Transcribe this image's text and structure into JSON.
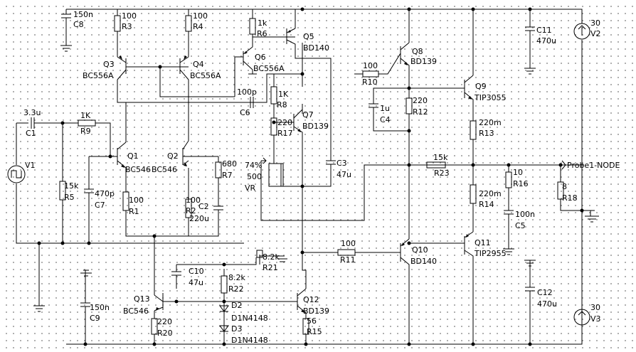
{
  "components": {
    "C8": {
      "value": "150n",
      "ref": "C8"
    },
    "R3": {
      "value": "100",
      "ref": "R3"
    },
    "R4": {
      "value": "100",
      "ref": "R4"
    },
    "R6": {
      "value": "1k",
      "ref": "R6"
    },
    "Q5": {
      "ref": "Q5",
      "model": "BD140"
    },
    "C11": {
      "ref": "C11",
      "value": "470u"
    },
    "V2": {
      "value": "30",
      "ref": "V2"
    },
    "Q3": {
      "ref": "Q3",
      "model": "BC556A"
    },
    "Q4": {
      "ref": "Q4",
      "model": "BC556A"
    },
    "Q6": {
      "ref": "Q6",
      "model": "BC556A"
    },
    "Q8": {
      "ref": "Q8",
      "model": "BD139"
    },
    "R10": {
      "value": "100",
      "ref": "R10"
    },
    "C6": {
      "value": "100p",
      "ref": "C6"
    },
    "R8": {
      "value": "1K",
      "ref": "R8"
    },
    "Q9": {
      "ref": "Q9",
      "model": "TIP3055"
    },
    "R12": {
      "value": "220",
      "ref": "R12"
    },
    "C4": {
      "value": "1u",
      "ref": "C4"
    },
    "C1": {
      "value": "3.3u",
      "ref": "C1"
    },
    "R9": {
      "value": "1K",
      "ref": "R9"
    },
    "R17": {
      "value": "220",
      "ref": "R17"
    },
    "Q7": {
      "ref": "Q7",
      "model": "BD139"
    },
    "R13": {
      "value": "220m",
      "ref": "R13"
    },
    "V1": {
      "ref": "V1"
    },
    "Q1": {
      "ref": "Q1",
      "model": "BC546"
    },
    "Q2": {
      "ref": "Q2",
      "model": "BC546"
    },
    "R7": {
      "value": "680",
      "ref": "R7"
    },
    "VR": {
      "percent": "74%",
      "value": "500",
      "ref": "VR"
    },
    "C3": {
      "ref": "C3",
      "value": "47u"
    },
    "R23": {
      "value": "15k",
      "ref": "R23"
    },
    "Probe": {
      "label": "Probe1-NODE"
    },
    "R5": {
      "value": "15k",
      "ref": "R5"
    },
    "C7": {
      "value": "470p",
      "ref": "C7"
    },
    "R16": {
      "value": "10",
      "ref": "R16"
    },
    "R18": {
      "value": "8",
      "ref": "R18"
    },
    "R1": {
      "value": "100",
      "ref": "R1"
    },
    "R2": {
      "value": "100",
      "ref": "R2"
    },
    "C2": {
      "ref": "C2",
      "value": "220u"
    },
    "R14": {
      "value": "220m",
      "ref": "R14"
    },
    "C5": {
      "value": "100n",
      "ref": "C5"
    },
    "R11": {
      "value": "100",
      "ref": "R11"
    },
    "Q10": {
      "ref": "Q10",
      "model": "BD140"
    },
    "Q11": {
      "ref": "Q11",
      "model": "TIP2955"
    },
    "R21": {
      "value": "8.2k",
      "ref": "R21"
    },
    "C10": {
      "ref": "C10",
      "value": "47u"
    },
    "R22": {
      "value": "8.2k",
      "ref": "R22"
    },
    "Q13": {
      "ref": "Q13",
      "model": "BC546"
    },
    "C9": {
      "value": "150n",
      "ref": "C9"
    },
    "R20": {
      "value": "220",
      "ref": "R20"
    },
    "D2": {
      "ref": "D2",
      "model": "D1N4148"
    },
    "D3": {
      "ref": "D3",
      "model": "D1N4148"
    },
    "Q12": {
      "ref": "Q12",
      "model": "BD139"
    },
    "R15": {
      "value": "56",
      "ref": "R15"
    },
    "C12": {
      "ref": "C12",
      "value": "470u"
    },
    "V3": {
      "value": "30",
      "ref": "V3"
    }
  }
}
